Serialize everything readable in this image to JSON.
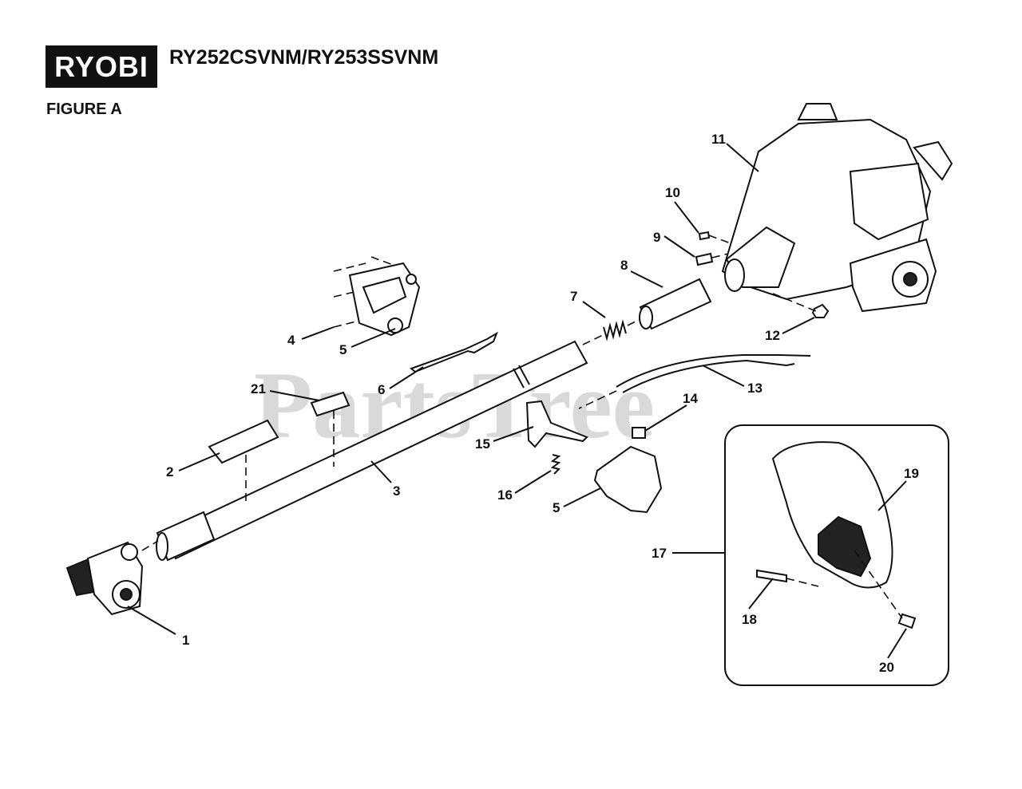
{
  "brand": "RYOBI",
  "model": "RY252CSVNM/RY253SSVNM",
  "figure": "FIGURE A",
  "watermark": "PartsTree",
  "callouts": {
    "c1": "1",
    "c2": "2",
    "c3": "3",
    "c4": "4",
    "c5a": "5",
    "c5b": "5",
    "c6": "6",
    "c7": "7",
    "c8": "8",
    "c9": "9",
    "c10": "10",
    "c11": "11",
    "c12": "12",
    "c13": "13",
    "c14": "14",
    "c15": "15",
    "c16": "16",
    "c17": "17",
    "c18": "18",
    "c19": "19",
    "c20": "20",
    "c21": "21"
  }
}
